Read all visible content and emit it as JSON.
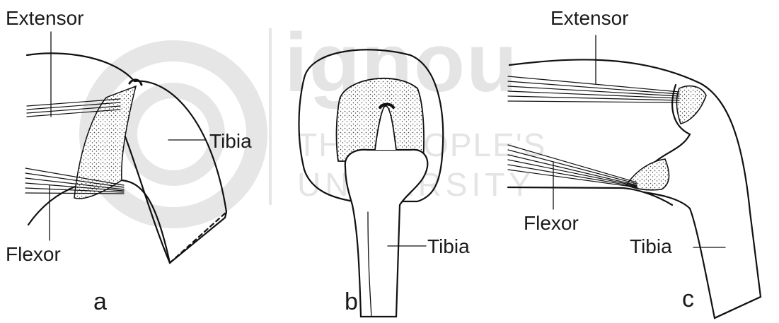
{
  "watermark": {
    "logo_text": "ignou",
    "line1": "THE PEOPLE'S",
    "line2": "UNIVERSITY"
  },
  "panel_a": {
    "extensor_label": "Extensor",
    "tibia_label": "Tibia",
    "flexor_label": "Flexor",
    "panel_letter": "a"
  },
  "panel_b": {
    "tibia_label": "Tibia",
    "panel_letter": "b"
  },
  "panel_c": {
    "extensor_label": "Extensor",
    "flexor_label": "Flexor",
    "tibia_label": "Tibia",
    "panel_letter": "c"
  }
}
